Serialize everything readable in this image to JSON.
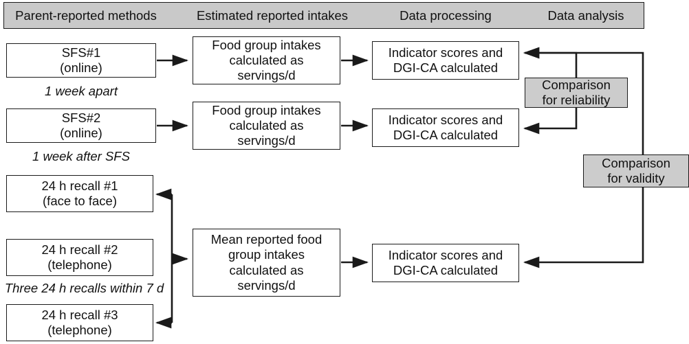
{
  "figure": {
    "type": "flowchart",
    "title_bar_color": "#c9c9c9",
    "shaded_box_color": "#cccccc",
    "line_color": "#1a1a1a"
  },
  "header": {
    "columns": [
      {
        "label": "Parent-reported methods"
      },
      {
        "label": "Estimated reported intakes"
      },
      {
        "label": "Data processing"
      },
      {
        "label": "Data analysis"
      }
    ]
  },
  "methods": {
    "sfs1": {
      "line1": "SFS#1",
      "line2": "(online)"
    },
    "sfs2": {
      "line1": "SFS#2",
      "line2": "(online)"
    },
    "recall1": {
      "line1": "24 h recall #1",
      "line2": "(face to face)"
    },
    "recall2": {
      "line1": "24 h recall #2",
      "line2": "(telephone)"
    },
    "recall3": {
      "line1": "24 h recall #3",
      "line2": "(telephone)"
    }
  },
  "annotations": {
    "one_week_apart": "1 week apart",
    "one_week_after_sfs": "1 week after SFS",
    "three_recalls": "Three 24 h recalls within 7 d"
  },
  "processing": {
    "food_group_1": {
      "line1": "Food group intakes",
      "line2": "calculated as",
      "line3": "servings/d"
    },
    "food_group_2": {
      "line1": "Food group intakes",
      "line2": "calculated as",
      "line3": "servings/d"
    },
    "mean_food_group": {
      "line1": "Mean reported food",
      "line2": "group intakes",
      "line3": "calculated as",
      "line4": "servings/d"
    }
  },
  "indicators": {
    "indicator_1": {
      "line1": "Indicator scores and",
      "line2": "DGI-CA calculated"
    },
    "indicator_2": {
      "line1": "Indicator scores and",
      "line2": "DGI-CA calculated"
    },
    "indicator_3": {
      "line1": "Indicator scores and",
      "line2": "DGI-CA calculated"
    }
  },
  "analysis": {
    "reliability": {
      "line1": "Comparison",
      "line2": "for reliability"
    },
    "validity": {
      "line1": "Comparison",
      "line2": "for validity"
    }
  }
}
